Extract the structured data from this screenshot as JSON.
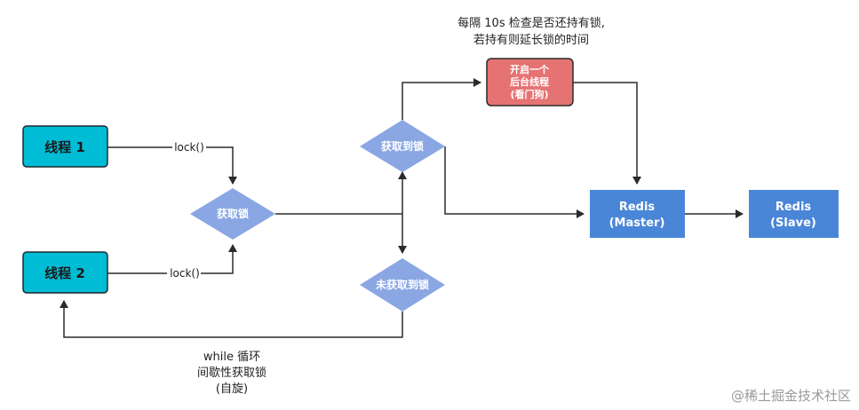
{
  "nodes": {
    "thread1": "线程 1",
    "thread2": "线程 2",
    "acquire_lock": "获取锁",
    "lock_acquired": "获取到锁",
    "lock_not_acquired": "未获取到锁",
    "background_thread": [
      "开启一个",
      "后台线程",
      "(看门狗)"
    ],
    "redis_master": [
      "Redis",
      "(Master)"
    ],
    "redis_slave": [
      "Redis",
      "(Slave)"
    ]
  },
  "edges": {
    "lock_call_1": "lock()",
    "lock_call_2": "lock()"
  },
  "notes": {
    "watchdog_note": [
      "每隔 10s 检查是否还持有锁,",
      "若持有则延长锁的时间"
    ],
    "retry_note": [
      "while 循环",
      "间歇性获取锁",
      "(自旋)"
    ]
  },
  "watermark": "@稀土掘金技术社区",
  "colors": {
    "thread_box": "#00bcd4",
    "diamond": "#8aa7e4",
    "watchdog_box": "#e57373",
    "redis_box": "#4a86d8",
    "line": "#2b2b2b"
  }
}
